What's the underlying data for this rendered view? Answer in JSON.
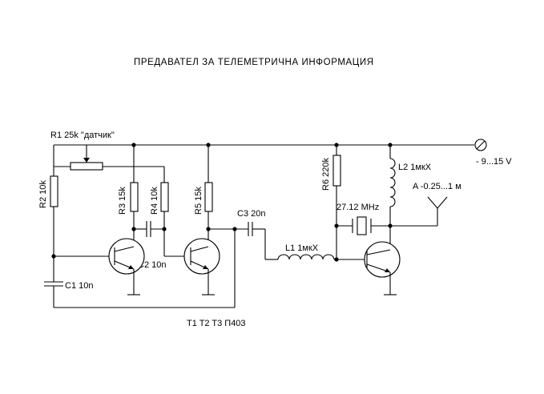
{
  "title": "ПРЕДАВАТЕЛ  ЗА  ТЕЛЕМЕТРИЧНА  ИНФОРМАЦИЯ",
  "labels": {
    "r1": "R1 25k \"датчик\"",
    "r2": "R2 10k",
    "r3": "R3 15k",
    "r4": "R4 10k",
    "r5": "R5 15k",
    "r6": "R6 220k",
    "c1": "C1 10n",
    "c2": "C2 10n",
    "c3": "C3 20n",
    "l1": "L1 1мкХ",
    "l2": "L2 1мкХ",
    "crystal": "27.12 MHz",
    "antenna": "A  -0.25...1 м",
    "supply": "- 9...15 V",
    "transistors": "T1  T2   T3 П403"
  }
}
